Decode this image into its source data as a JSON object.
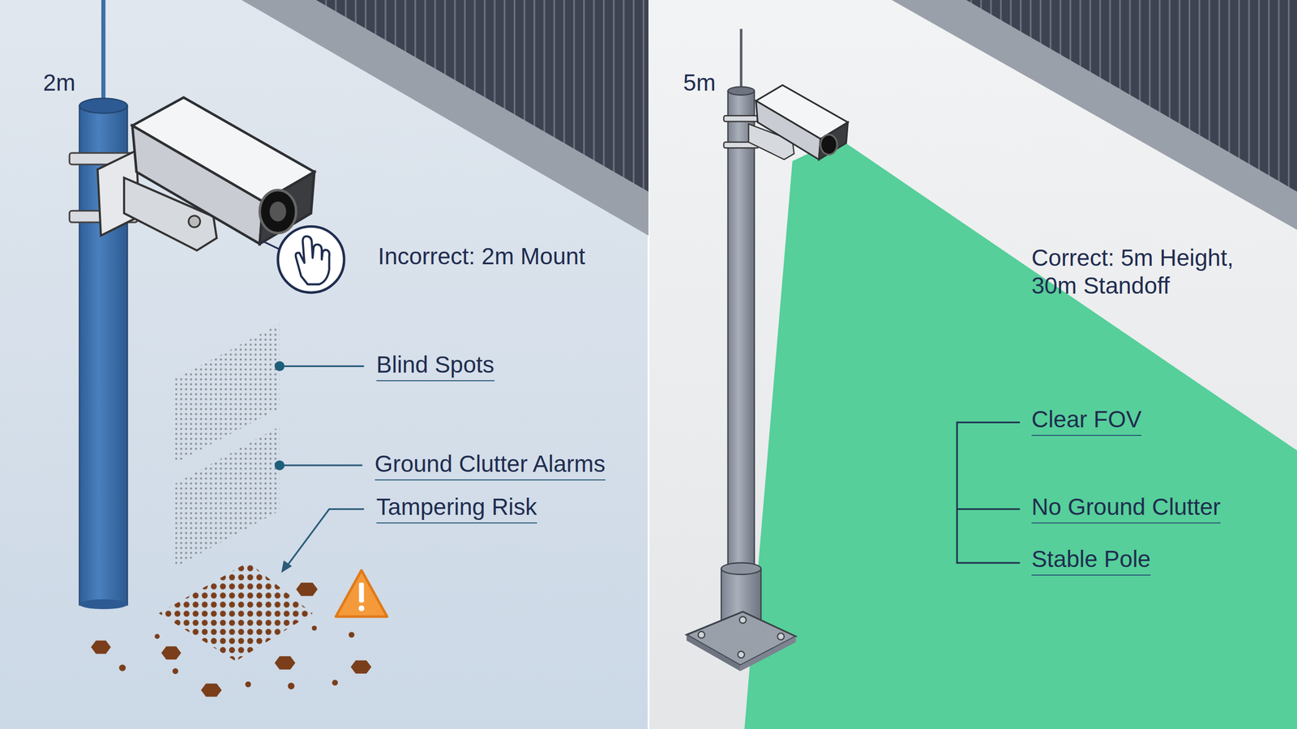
{
  "diagram": {
    "labels": [
      "2m",
      "Incorrect: 2m Mount",
      "Blind Spots",
      "Ground Clutter Alarms",
      "Tampering Risk",
      "5m",
      "Correct: 5m Height, 30m Standoff",
      "Clear FOV",
      "No Ground Clutter",
      "Stable Pole"
    ]
  }
}
